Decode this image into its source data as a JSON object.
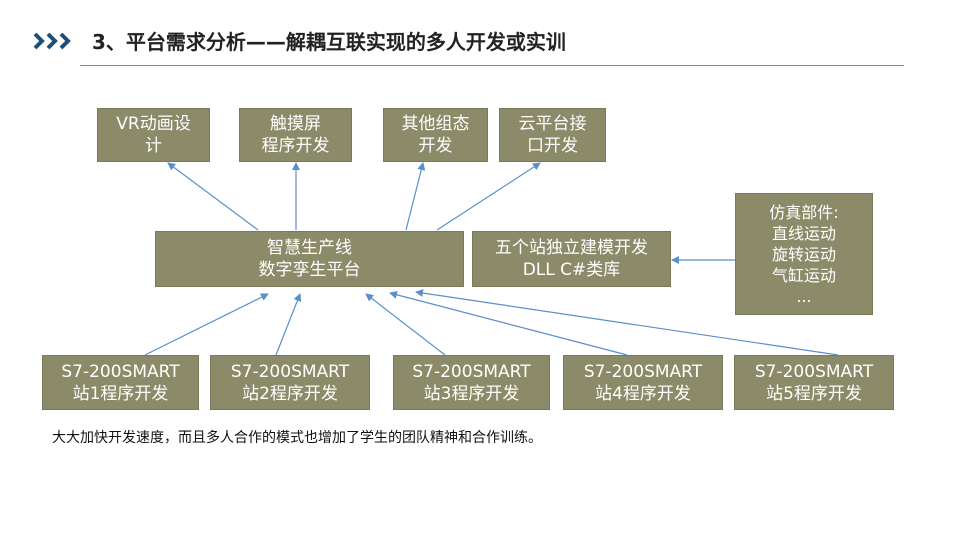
{
  "title": "3、平台需求分析——解耦互联实现的多人开发或实训",
  "top_boxes": [
    {
      "line1": "VR动画设",
      "line2": "计"
    },
    {
      "line1": "触摸屏",
      "line2": "程序开发"
    },
    {
      "line1": "其他组态",
      "line2": "开发"
    },
    {
      "line1": "云平台接",
      "line2": "口开发"
    }
  ],
  "center_box": {
    "line1": "智慧生产线",
    "line2": "数字孪生平台"
  },
  "model_box": {
    "line1": "五个站独立建模开发",
    "line2": "DLL C#类库"
  },
  "sim_box": {
    "line1": "仿真部件:",
    "line2": "直线运动",
    "line3": "旋转运动",
    "line4": "气缸运动",
    "line5": "..."
  },
  "station_boxes": [
    {
      "line1": "S7-200SMART",
      "line2": "站1程序开发"
    },
    {
      "line1": "S7-200SMART",
      "line2": "站2程序开发"
    },
    {
      "line1": "S7-200SMART",
      "line2": "站3程序开发"
    },
    {
      "line1": "S7-200SMART",
      "line2": "站4程序开发"
    },
    {
      "line1": "S7-200SMART",
      "line2": "站5程序开发"
    }
  ],
  "caption": "大大加快开发速度，而且多人合作的模式也增加了学生的团队精神和合作训练。",
  "colors": {
    "box_fill": "#8b8a69",
    "arrow": "#5b8fc9",
    "accent": "#1f4e79"
  }
}
